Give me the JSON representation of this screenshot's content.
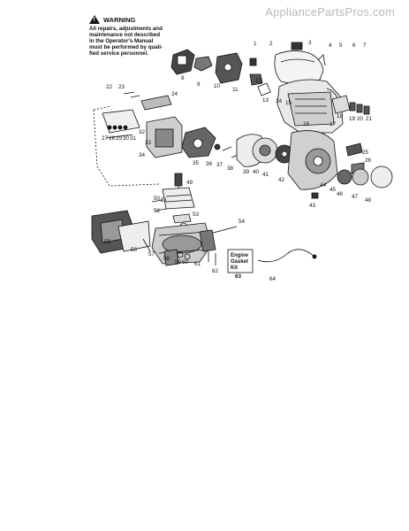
{
  "watermark": "AppliancePartsPros.com",
  "warning": {
    "title": "WARNING",
    "text": "All repairs, adjustments and\nmaintenance not described\nin the Operator's Manual\nmust be performed by quali-\nfied service personnel."
  },
  "engine_gasket_kit": {
    "line1": "Engine",
    "line2": "Gasket",
    "line3": "Kit",
    "number": "63"
  },
  "callouts": [
    "1",
    "2",
    "3",
    "4",
    "5",
    "6",
    "7",
    "8",
    "9",
    "10",
    "11",
    "12",
    "13",
    "14",
    "15",
    "16",
    "17",
    "18",
    "19",
    "20",
    "21",
    "22",
    "23",
    "24",
    "25",
    "26",
    "27",
    "28",
    "29",
    "30",
    "31",
    "32",
    "33",
    "34",
    "35",
    "36",
    "37",
    "38",
    "39",
    "40",
    "41",
    "42",
    "43",
    "44",
    "45",
    "46",
    "47",
    "48",
    "49",
    "50",
    "51",
    "52",
    "53",
    "54",
    "55",
    "56",
    "57",
    "58",
    "59",
    "60",
    "61",
    "62",
    "64"
  ]
}
